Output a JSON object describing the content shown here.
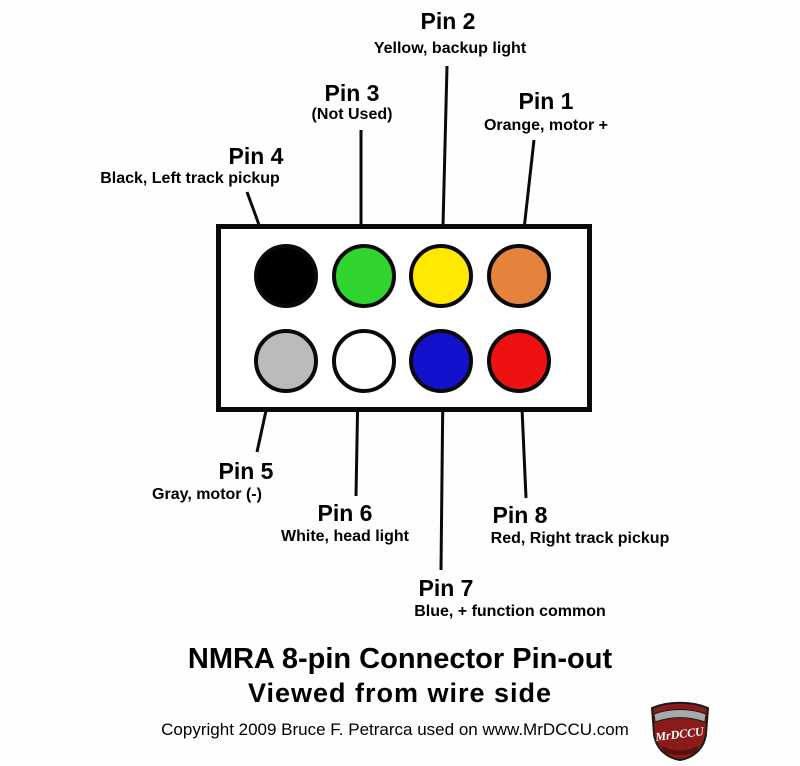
{
  "page": {
    "title_line1": "NMRA 8-pin Connector Pin-out",
    "title_line2": "Viewed from wire side",
    "copyright": "Copyright 2009 Bruce F. Petrarca used on www.MrDCCU.com"
  },
  "logo": {
    "text": "MrDCCU",
    "shield_color": "#8a1b1b",
    "band_color": "#a9a9a9"
  },
  "pins": [
    {
      "label": "Pin 1",
      "desc": "Orange, motor +",
      "color": "#e5833c"
    },
    {
      "label": "Pin 2",
      "desc": "Yellow, backup light",
      "color": "#ffe900"
    },
    {
      "label": "Pin 3",
      "desc": "(Not Used)",
      "color": "#2fd42f"
    },
    {
      "label": "Pin 4",
      "desc": "Black, Left track pickup",
      "color": "#000000"
    },
    {
      "label": "Pin 5",
      "desc": "Gray, motor (-)",
      "color": "#bbbbbb"
    },
    {
      "label": "Pin 6",
      "desc": "White, head light",
      "color": "#ffffff"
    },
    {
      "label": "Pin 7",
      "desc": "Blue, + function common",
      "color": "#1212cc"
    },
    {
      "label": "Pin 8",
      "desc": "Red, Right track pickup",
      "color": "#ee1111"
    }
  ]
}
